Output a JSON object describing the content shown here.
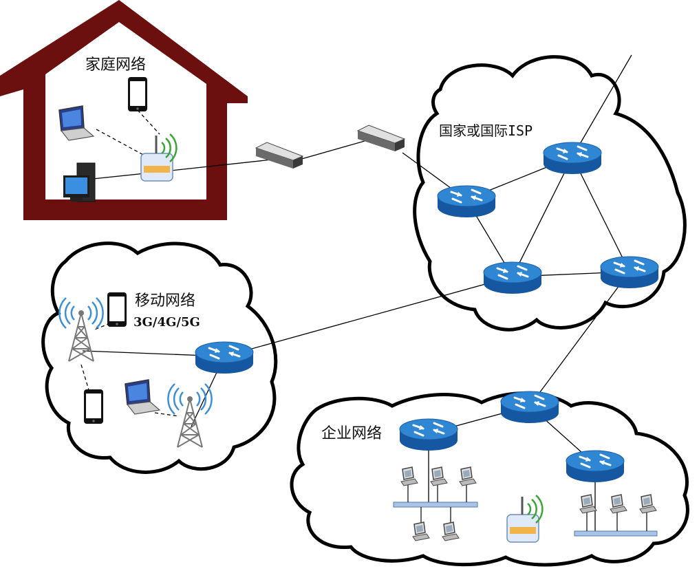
{
  "labels": {
    "home": "家庭网络",
    "isp": "国家或国际ISP",
    "mobile": "移动网络",
    "mobile_gen": "3G/4G/5G",
    "enterprise": "企业网络"
  },
  "colors": {
    "house": "#6b0f0f",
    "router_top": "#2f86d3",
    "router_side": "#1557a0",
    "cloud_stroke": "#000000",
    "tower_wave": "#3a8fd8"
  },
  "icons": [
    "house-icon",
    "router-icon",
    "wifi-router-icon",
    "modem-icon",
    "laptop-icon",
    "desktop-icon",
    "smartphone-icon",
    "cell-tower-icon",
    "workstation-icon",
    "bus-line-icon",
    "cloud-icon"
  ]
}
